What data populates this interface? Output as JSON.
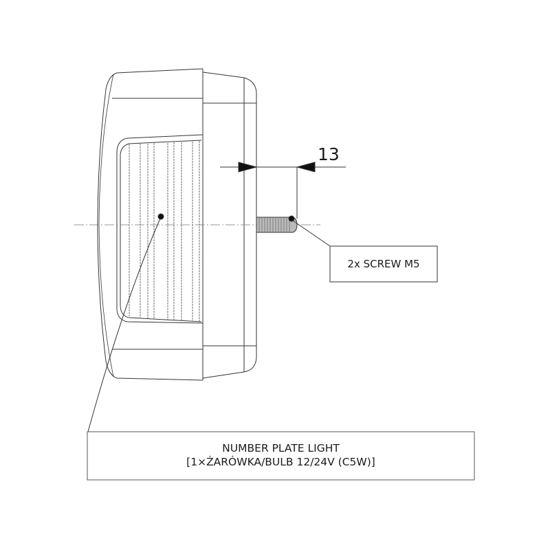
{
  "dimension": {
    "value": "13"
  },
  "callouts": {
    "screw": "2x SCREW M5",
    "title_line1": "NUMBER PLATE LIGHT",
    "title_line2": "[1×ŻARÓWKA/BULB 12/24V (C5W)]"
  },
  "colors": {
    "line": "#333333",
    "background": "#ffffff"
  }
}
